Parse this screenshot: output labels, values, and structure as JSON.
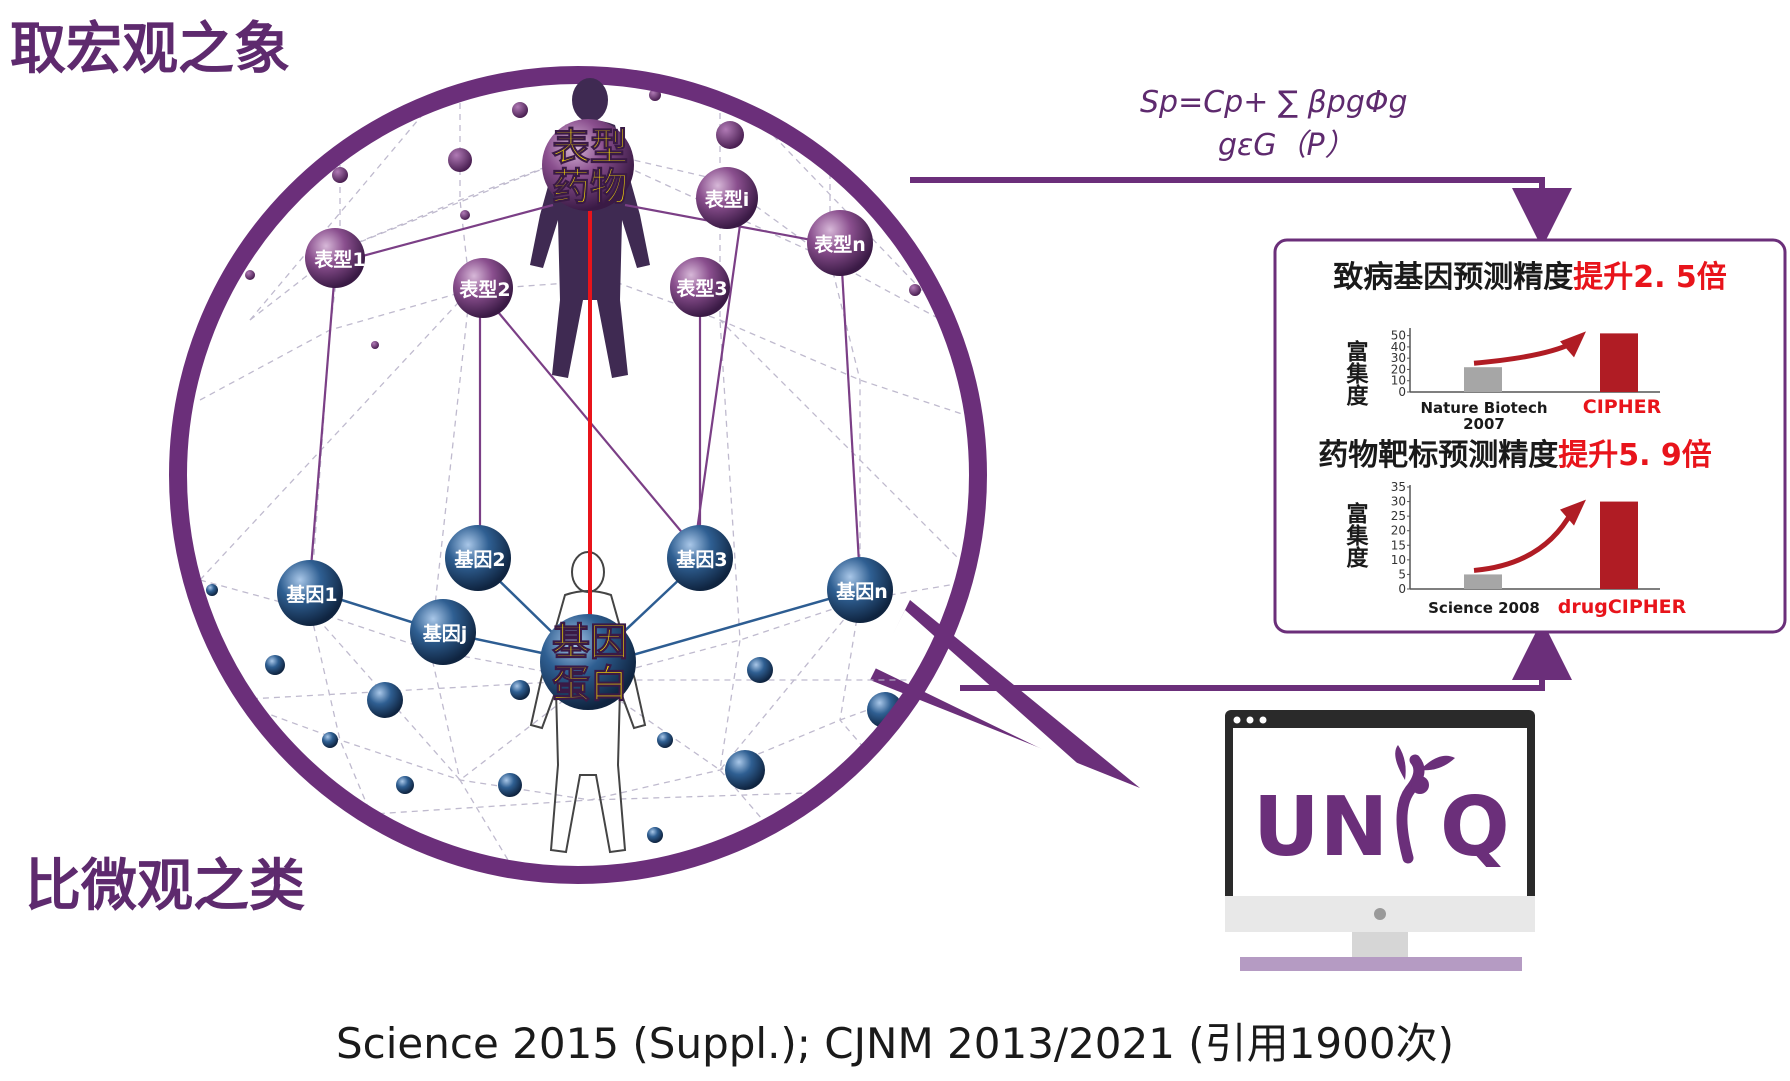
{
  "headings": {
    "macro": "取宏观之象",
    "micro": "比微观之类"
  },
  "formula": {
    "line1": "Sp=Cp+ ∑ βpgΦg",
    "line2": "gεG（P）"
  },
  "center": {
    "top_line1": "表型",
    "top_line2": "药物",
    "bottom_line1": "基因",
    "bottom_line2": "蛋白"
  },
  "phenotype_nodes": [
    "表型1",
    "表型2",
    "表型i",
    "表型3",
    "表型n"
  ],
  "gene_nodes": [
    "基因1",
    "基因2",
    "基因j",
    "基因3",
    "基因n"
  ],
  "results": [
    {
      "title_black": "致病基因预测精度",
      "title_red": "提升2. 5倍",
      "ylabel": "富集度",
      "chart_data": {
        "type": "bar",
        "categories": [
          "Nature Biotech 2007",
          "CIPHER"
        ],
        "values": [
          22,
          52
        ],
        "yticks": [
          0,
          10,
          20,
          30,
          40,
          50
        ],
        "ylim": [
          0,
          55
        ]
      }
    },
    {
      "title_black": "药物靶标预测精度",
      "title_red": "提升5. 9倍",
      "ylabel": "富集度",
      "chart_data": {
        "type": "bar",
        "categories": [
          "Science 2008",
          "drugCIPHER"
        ],
        "values": [
          5,
          30
        ],
        "yticks": [
          0,
          5,
          10,
          15,
          20,
          25,
          30,
          35
        ],
        "ylim": [
          0,
          35
        ]
      }
    }
  ],
  "logo": {
    "text_left": "UN",
    "text_right": "Q"
  },
  "caption": "Science 2015 (Suppl.); CJNM 2013/2021 (引用1900次)",
  "colors": {
    "purple": "#6b2f7a",
    "red": "#e8141b",
    "bar_gray": "#a6a6a6",
    "bar_red": "#b01c24",
    "gene_blue": "#1f4a7a"
  }
}
